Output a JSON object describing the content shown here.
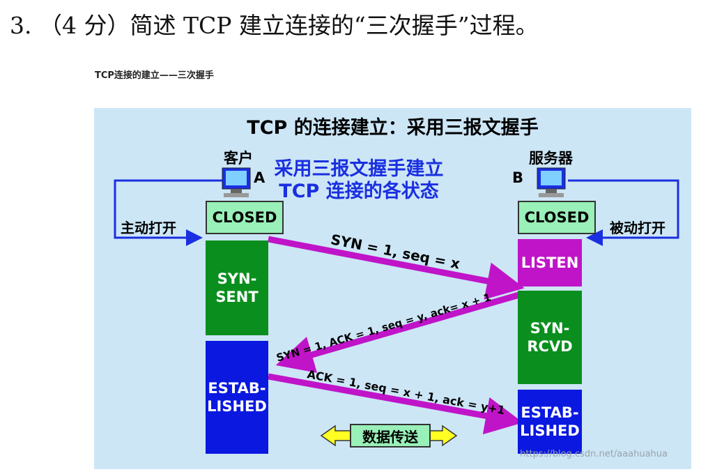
{
  "question": "3. （4 分）简述 TCP 建立连接的“三次握手”过程。",
  "subtitle": "TCP连接的建立——三次握手",
  "diagram": {
    "title": "TCP 的连接建立：采用三报文握手",
    "center_title_line1": "采用三报文握手建立",
    "center_title_line2": "TCP 连接的各状态",
    "client_label": "客户",
    "client_letter": "A",
    "server_label": "服务器",
    "server_letter": "B",
    "active_open": "主动打开",
    "passive_open": "被动打开",
    "client_states": [
      "CLOSED",
      "SYN-\nSENT",
      "ESTAB-\nLISHED"
    ],
    "server_states": [
      "CLOSED",
      "LISTEN",
      "SYN-\nRCVD",
      "ESTAB-\nLISHED"
    ],
    "msg1": "SYN = 1, seq = x",
    "msg2": "SYN = 1, ACK = 1, seq = y, ack= x + 1",
    "msg3": "ACK = 1, seq = x + 1, ack = y+1",
    "data_transfer": "数据传送",
    "watermark": "https://blog.csdn.net/aaahuahua",
    "colors": {
      "magenta": "#c014c8",
      "blue": "#1a2fe0",
      "green": "#0a8f1e",
      "closed": "#99f0b8",
      "bg": "#cce6f6"
    }
  }
}
